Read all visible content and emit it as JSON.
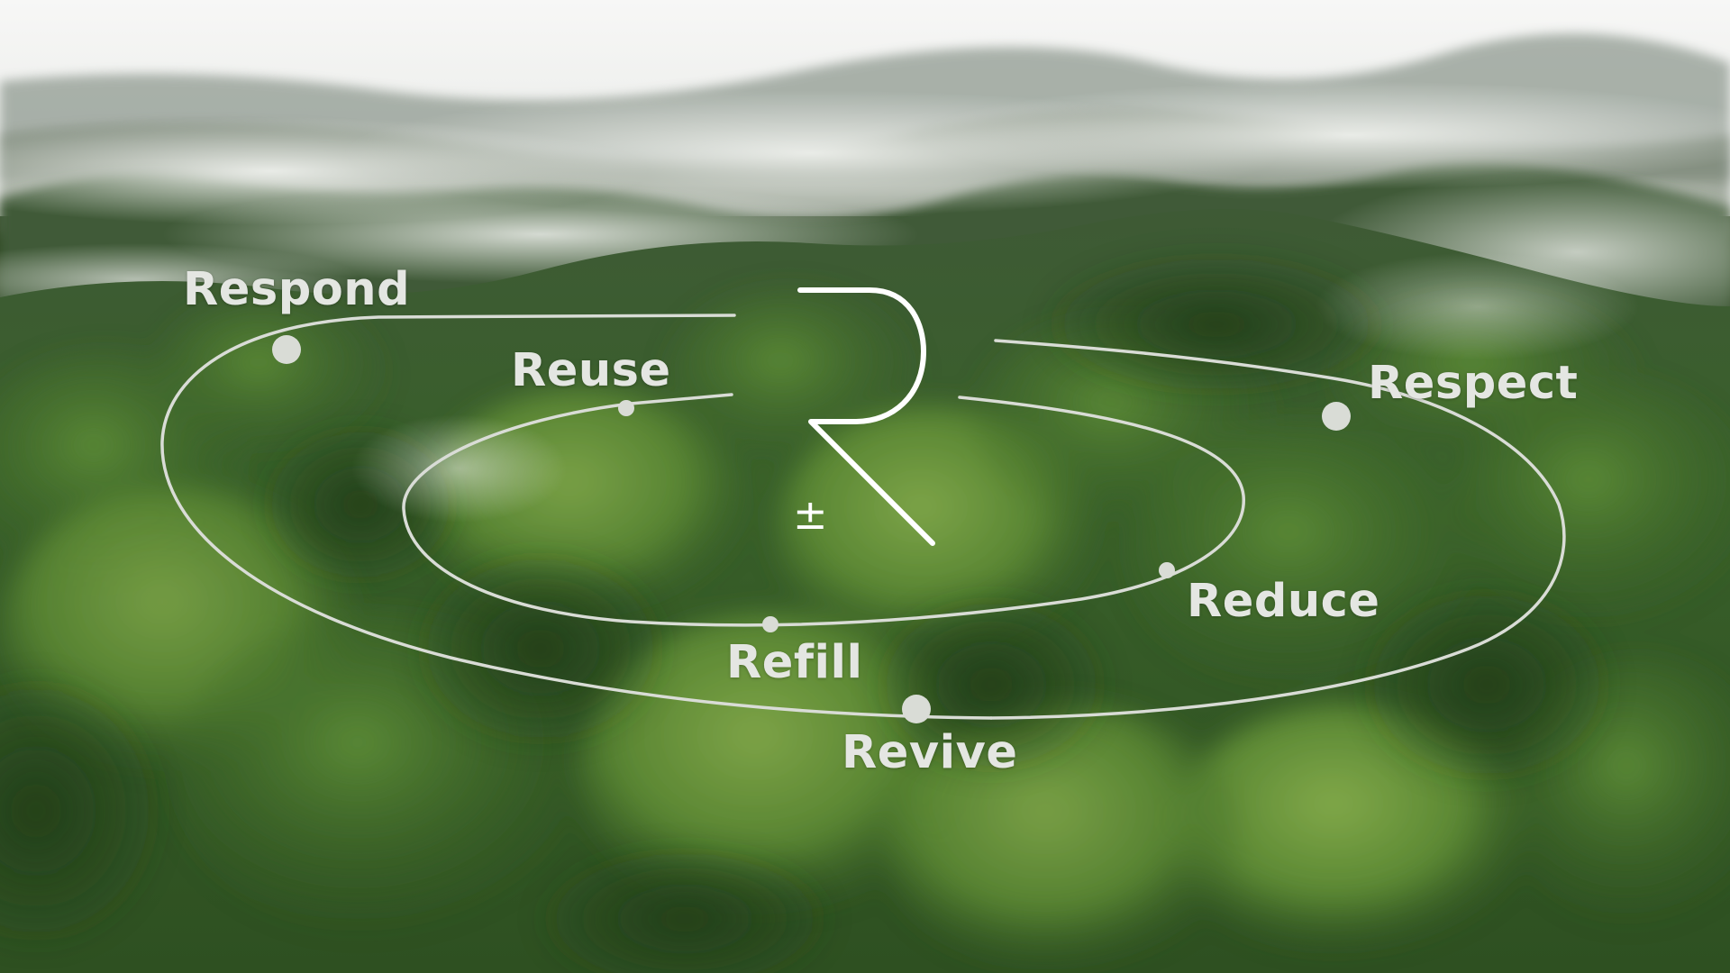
{
  "labels": {
    "respond": "Respond",
    "reuse": "Reuse",
    "respect": "Respect",
    "reduce": "Reduce",
    "refill": "Refill",
    "revive": "Revive"
  },
  "center_symbol": "±",
  "colors": {
    "orbit_line": "#d9dcd6",
    "label_text": "#e4e6e2",
    "logo_stroke": "#ffffff",
    "sky": "#f4f4f2",
    "mist": "#e3e6e2",
    "canopy_dark": "#27421c",
    "canopy_mid": "#3f6a2c",
    "canopy_light": "#7aa447"
  }
}
